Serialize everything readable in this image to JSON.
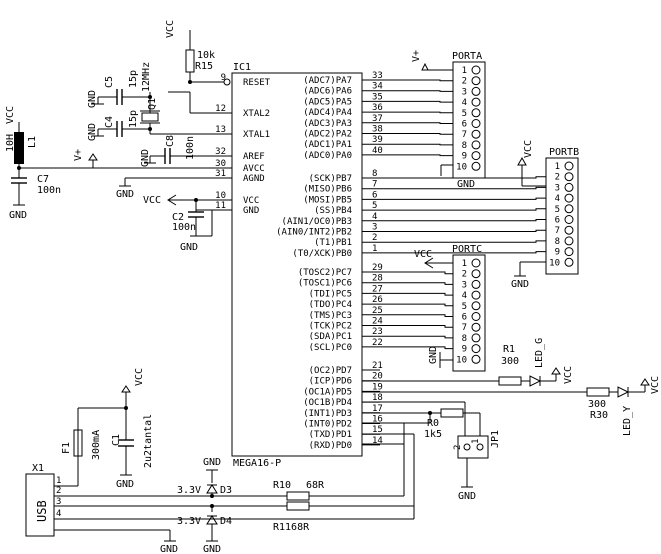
{
  "ic": {
    "ref": "IC1",
    "part": "MEGA16-P",
    "left_pins": [
      {
        "num": "9",
        "name": "RESET"
      },
      {
        "num": "12",
        "name": "XTAL2"
      },
      {
        "num": "13",
        "name": "XTAL1"
      },
      {
        "num": "32",
        "name": "AREF"
      },
      {
        "num": "30",
        "name": "AVCC"
      },
      {
        "num": "31",
        "name": "AGND"
      },
      {
        "num": "10",
        "name": "VCC"
      },
      {
        "num": "11",
        "name": "GND"
      }
    ],
    "right_pins": [
      {
        "num": "33",
        "name": "(ADC7)PA7"
      },
      {
        "num": "34",
        "name": "(ADC6)PA6"
      },
      {
        "num": "35",
        "name": "(ADC5)PA5"
      },
      {
        "num": "36",
        "name": "(ADC4)PA4"
      },
      {
        "num": "37",
        "name": "(ADC3)PA3"
      },
      {
        "num": "38",
        "name": "(ADC2)PA2"
      },
      {
        "num": "39",
        "name": "(ADC1)PA1"
      },
      {
        "num": "40",
        "name": "(ADC0)PA0"
      },
      {
        "num": "8",
        "name": "(SCK)PB7"
      },
      {
        "num": "7",
        "name": "(MISO)PB6"
      },
      {
        "num": "6",
        "name": "(MOSI)PB5"
      },
      {
        "num": "5",
        "name": "(SS)PB4"
      },
      {
        "num": "4",
        "name": "(AIN1/OC0)PB3"
      },
      {
        "num": "3",
        "name": "(AIN0/INT2)PB2"
      },
      {
        "num": "2",
        "name": "(T1)PB1"
      },
      {
        "num": "1",
        "name": "(T0/XCK)PB0"
      },
      {
        "num": "29",
        "name": "(TOSC2)PC7"
      },
      {
        "num": "28",
        "name": "(TOSC1)PC6"
      },
      {
        "num": "27",
        "name": "(TDI)PC5"
      },
      {
        "num": "26",
        "name": "(TDO)PC4"
      },
      {
        "num": "25",
        "name": "(TMS)PC3"
      },
      {
        "num": "24",
        "name": "(TCK)PC2"
      },
      {
        "num": "23",
        "name": "(SDA)PC1"
      },
      {
        "num": "22",
        "name": "(SCL)PC0"
      },
      {
        "num": "21",
        "name": "(OC2)PD7"
      },
      {
        "num": "20",
        "name": "(ICP)PD6"
      },
      {
        "num": "19",
        "name": "(OC1A)PD5"
      },
      {
        "num": "18",
        "name": "(OC1B)PD4"
      },
      {
        "num": "17",
        "name": "(INT1)PD3"
      },
      {
        "num": "16",
        "name": "(INT0)PD2"
      },
      {
        "num": "15",
        "name": "(TXD)PD1"
      },
      {
        "num": "14",
        "name": "(RXD)PD0"
      }
    ]
  },
  "headers": {
    "porta": {
      "title": "PORTA",
      "pins": [
        "1",
        "2",
        "3",
        "4",
        "5",
        "6",
        "7",
        "8",
        "9",
        "10"
      ]
    },
    "portb": {
      "title": "PORTB",
      "pins": [
        "1",
        "2",
        "3",
        "4",
        "5",
        "6",
        "7",
        "8",
        "9",
        "10"
      ]
    },
    "portc": {
      "title": "PORTC",
      "pins": [
        "1",
        "2",
        "3",
        "4",
        "5",
        "6",
        "7",
        "8",
        "9",
        "10"
      ]
    }
  },
  "labels": {
    "vcc": "VCC",
    "gnd": "GND",
    "vplus": "V+"
  },
  "parts": {
    "r15": {
      "ref": "R15",
      "value": "10k"
    },
    "q1": {
      "ref": "Q1",
      "value": "12MHz"
    },
    "c5": {
      "ref": "C5",
      "value": "15p"
    },
    "c4": {
      "ref": "C4",
      "value": "15p"
    },
    "c8": {
      "ref": "C8",
      "value": "100n"
    },
    "l1": {
      "ref": "L1",
      "value": "10H"
    },
    "c7": {
      "ref": "C7",
      "value": "100n"
    },
    "c2": {
      "ref": "C2",
      "value": "100n"
    },
    "r1": {
      "ref": "R1",
      "value": "300"
    },
    "led_g": {
      "ref": "LED_G"
    },
    "r30": {
      "ref": "R30",
      "value": "300"
    },
    "led_y": {
      "ref": "LED_Y"
    },
    "r0": {
      "ref": "R0",
      "value": "1k5"
    },
    "jp1": {
      "ref": "JP1",
      "pin1": "1",
      "pin2": "2"
    },
    "d3": {
      "ref": "D3",
      "value": "3.3V"
    },
    "d4": {
      "ref": "D4",
      "value": "3.3V"
    },
    "r10": {
      "ref": "R10",
      "value": "68R"
    },
    "r11": {
      "label": "R1168R"
    },
    "x1": {
      "ref": "X1",
      "label": "USB",
      "pins": [
        "1",
        "2",
        "3",
        "4"
      ]
    },
    "f1": {
      "ref": "F1",
      "value": "300mA"
    },
    "c1": {
      "ref": "C1",
      "value": "2u2tantal"
    }
  }
}
